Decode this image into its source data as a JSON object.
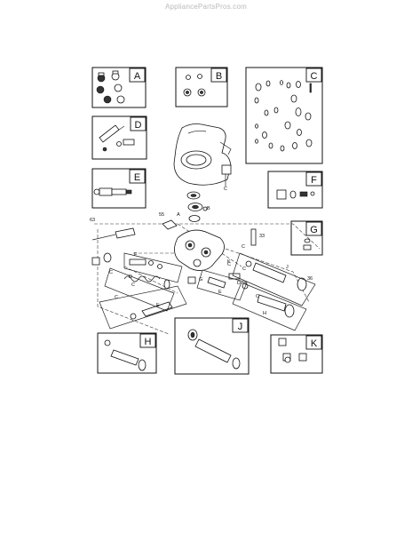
{
  "watermark": "AppliancePartsPros.com",
  "kits": [
    {
      "id": "A",
      "letter": "A"
    },
    {
      "id": "B",
      "letter": "B"
    },
    {
      "id": "C",
      "letter": "C"
    },
    {
      "id": "D",
      "letter": "D"
    },
    {
      "id": "E",
      "letter": "E"
    },
    {
      "id": "F",
      "letter": "F"
    },
    {
      "id": "G",
      "letter": "G"
    },
    {
      "id": "H",
      "letter": "H"
    },
    {
      "id": "J",
      "letter": "J"
    },
    {
      "id": "K",
      "letter": "K"
    }
  ],
  "callouts": {
    "c63": "63",
    "c55": "55",
    "c33": "33",
    "c36": "36",
    "cA": "A",
    "cB": "B",
    "cC1": "C",
    "cC2": "C",
    "cC3": "C",
    "cC4": "C",
    "cC5": "C",
    "cC6": "C",
    "cC7": "C",
    "cC8": "C",
    "cD1": "D",
    "cD2": "D",
    "cE1": "E",
    "cE2": "E",
    "cF": "F",
    "cG": "G",
    "cH": "H",
    "cJ": "J",
    "cK": "K"
  }
}
